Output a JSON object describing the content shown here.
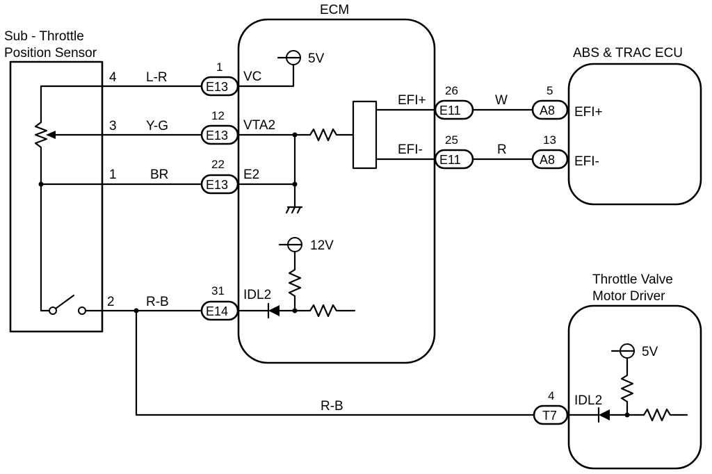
{
  "components": {
    "sensor_title_line1": "Sub - Throttle",
    "sensor_title_line2": "Position Sensor",
    "ecm_title": "ECM",
    "abs_title": "ABS & TRAC ECU",
    "driver_title_line1": "Throttle Valve",
    "driver_title_line2": "Motor Driver"
  },
  "sensor_pins": [
    "4",
    "3",
    "1",
    "2"
  ],
  "wire_colors": {
    "vc": "L-R",
    "vta2": "Y-G",
    "e2": "BR",
    "idl2": "R-B",
    "idl2_bottom": "R-B",
    "efi_plus": "W",
    "efi_minus": "R"
  },
  "connectors": {
    "vc": {
      "pin": "1",
      "name": "E13"
    },
    "vta2": {
      "pin": "12",
      "name": "E13"
    },
    "e2": {
      "pin": "22",
      "name": "E13"
    },
    "idl2": {
      "pin": "31",
      "name": "E14"
    },
    "efi_plus": {
      "pin": "26",
      "name": "E11"
    },
    "efi_minus": {
      "pin": "25",
      "name": "E11"
    },
    "abs_efi_plus": {
      "pin": "5",
      "name": "A8"
    },
    "abs_efi_minus": {
      "pin": "13",
      "name": "A8"
    },
    "driver_idl2": {
      "pin": "4",
      "name": "T7"
    }
  },
  "terminals": {
    "vc": "VC",
    "vta2": "VTA2",
    "e2": "E2",
    "idl2": "IDL2",
    "efi_plus": "EFI+",
    "efi_minus": "EFI-",
    "abs_efi_plus": "EFI+",
    "abs_efi_minus": "EFI-",
    "driver_idl2": "IDL2"
  },
  "supplies": {
    "ecm_5v": "5V",
    "ecm_12v": "12V",
    "driver_5v": "5V"
  }
}
